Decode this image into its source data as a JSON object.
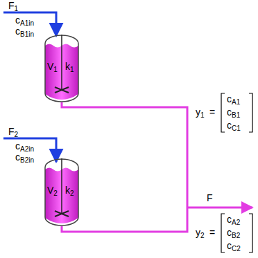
{
  "diagram": {
    "nodes": [
      {
        "text": [
          "V1",
          "k1"
        ]
      },
      {
        "text": [
          "V2",
          "k2"
        ]
      }
    ],
    "labels": [
      "F1",
      "cA1in",
      "cB1in",
      "y1",
      "=",
      "cA1",
      "cB1",
      "cC1",
      "F",
      "F2",
      "cA2in",
      "cB2in",
      "y2",
      "=",
      "cA2",
      "cB2",
      "cC2"
    ]
  }
}
